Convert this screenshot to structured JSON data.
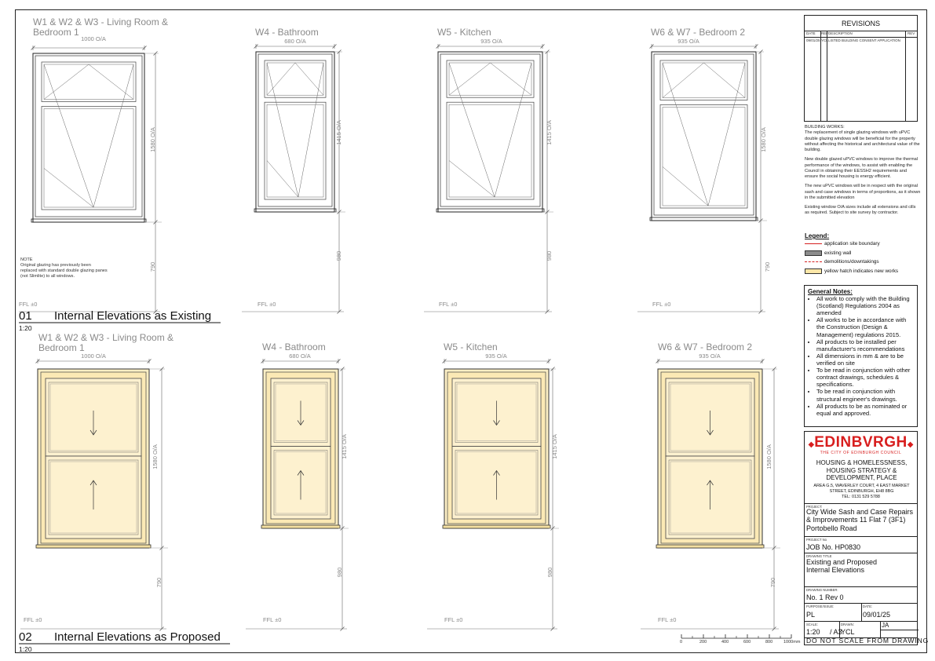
{
  "windows_existing": [
    {
      "title": "W1 & W2 & W3 - Living Room & Bedroom 1",
      "width_dim": "1000 O/A",
      "height_dim": "1580 O/A",
      "sill_dim": "790",
      "ffl": "FFL ±0"
    },
    {
      "title": "W4 - Bathroom",
      "width_dim": "680 O/A",
      "height_dim": "1415 O/A",
      "sill_dim": "980",
      "ffl": "FFL ±0"
    },
    {
      "title": "W5 - Kitchen",
      "width_dim": "935 O/A",
      "height_dim": "1415 O/A",
      "sill_dim": "980",
      "ffl": "FFL ±0"
    },
    {
      "title": "W6 & W7 - Bedroom 2",
      "width_dim": "935 O/A",
      "height_dim": "1580 O/A",
      "sill_dim": "790",
      "ffl": "FFL ±0"
    }
  ],
  "windows_proposed": [
    {
      "title": "W1 & W2 & W3 - Living Room & Bedroom 1",
      "width_dim": "1000 O/A",
      "height_dim": "1580 O/A",
      "sill_dim": "790",
      "ffl": "FFL ±0"
    },
    {
      "title": "W4 - Bathroom",
      "width_dim": "680 O/A",
      "height_dim": "1415 O/A",
      "sill_dim": "980",
      "ffl": "FFL ±0"
    },
    {
      "title": "W5 - Kitchen",
      "width_dim": "935 O/A",
      "height_dim": "1415 O/A",
      "sill_dim": "980",
      "ffl": "FFL ±0"
    },
    {
      "title": "W6 & W7 - Bedroom 2",
      "width_dim": "935 O/A",
      "height_dim": "1580 O/A",
      "sill_dim": "790",
      "ffl": "FFL ±0"
    }
  ],
  "section_existing": {
    "number": "01",
    "title": "Internal Elevations as Existing",
    "scale": "1:20"
  },
  "section_proposed": {
    "number": "02",
    "title": "Internal Elevations as Proposed",
    "scale": "1:20"
  },
  "note": {
    "heading": "NOTE",
    "text": "Original glazing has previously been replaced with standard double glazing panes (not Slimlite) to all windows."
  },
  "scale_bar": {
    "labels": [
      "0",
      "200",
      "400",
      "600",
      "800",
      "1000mm"
    ]
  },
  "revisions": {
    "title": "REVISIONS",
    "headers": [
      "DATE",
      "REF",
      "DESCRIPTION",
      "REV"
    ],
    "rows": [
      {
        "date": "09/01/25",
        "ref": "YCL",
        "description": "LISTED BUILDING CONSENT APPLICATION",
        "rev": ""
      }
    ]
  },
  "building_works": {
    "heading": "BUILDING WORKS:",
    "paragraphs": [
      "The replacement of single glazing windows with uPVC double glazing windows will be beneficial for the property without affecting the historical and architectural value of the building.",
      "New double glazed uPVC windows to improve the thermal performance of the windows, to assist with enabling the Council in obtaining their EESSH2 requirements and ensure the social housing is energy efficient.",
      "The new uPVC windows will be in respect with the original sash and case windows in terms of proportions, as it shown in the submitted elevation",
      "Existing window O/A sizes include all extensions and cills as required. Subject to site survey by contractor."
    ]
  },
  "legend": {
    "heading": "Legend:",
    "items": [
      {
        "label": "application site boundary",
        "swatch": "red-line",
        "color": "#d62020"
      },
      {
        "label": "existing wall",
        "swatch": "grey-box",
        "color": "#8c8c8c"
      },
      {
        "label": "demolitions/downtakings",
        "swatch": "red-dash",
        "color": "#d62020"
      },
      {
        "label": "yellow hatch indicates new works",
        "swatch": "yellow-box",
        "color": "#fde7a8"
      }
    ]
  },
  "general_notes": {
    "heading": "General Notes:",
    "items": [
      "All work to comply with the Building (Scotland) Regulations 2004 as amended",
      "All works to be in accordance with the Construction (Design & Management) regulations 2015.",
      "All products to be installed per manufacturer's recommendations",
      "All dimensions in mm & are to be verified on site",
      "To be read in conjunction with other contract drawings, schedules & specifications.",
      "To be read in conjunction with structural engineer's drawings.",
      "All products to be as nominated or equal and approved."
    ]
  },
  "council": {
    "logo_text": "EDINBVRGH",
    "logo_subtitle": "THE CITY OF EDINBURGH COUNCIL",
    "department": "HOUSING & HOMELESSNESS, HOUSING STRATEGY & DEVELOPMENT, PLACE",
    "address": "AREA G.5, WAVERLEY COURT, 4 EAST MARKET STREET, EDINBURGH, EH8 8BG",
    "tel": "TEL: 0131 529 5788",
    "brand_color": "#d81e1e"
  },
  "title_block": {
    "project_label": "PROJECT:",
    "project": "City Wide Sash and Case Repairs & Improvements 11 Flat 7 (3F1) Portobello Road",
    "project_no_label": "PROJECT No",
    "project_no": "JOB No. HP0830",
    "drawing_title_label": "DRAWING TITLE",
    "drawing_title": "Existing and Proposed Internal Elevations",
    "drawing_number_label": "DRAWING NUMBER:",
    "drawing_number": "No. 1 Rev 0",
    "purpose_label": "PURPOSE/ISSUE:",
    "purpose": "PL",
    "date_label": "DATE:",
    "date": "09/01/25",
    "scale_label": "SCALE:",
    "scale": "1:20     / A3",
    "drawn_label": "DRAWN:",
    "drawn": "YCL",
    "checked": "JA",
    "disclaimer": "DO NOT SCALE FROM DRAWING"
  }
}
